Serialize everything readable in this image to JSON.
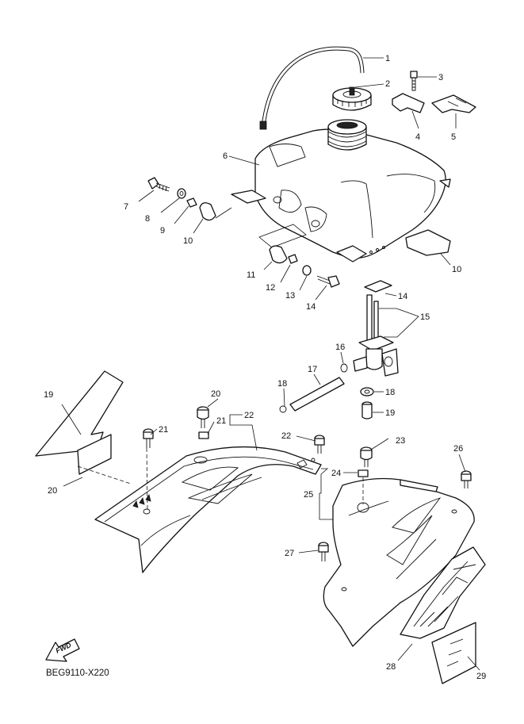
{
  "diagram": {
    "code": "BEG9110-X220",
    "fwd_label": "FWD",
    "callouts": [
      {
        "n": "1"
      },
      {
        "n": "2"
      },
      {
        "n": "3"
      },
      {
        "n": "4"
      },
      {
        "n": "5"
      },
      {
        "n": "6"
      },
      {
        "n": "7"
      },
      {
        "n": "8"
      },
      {
        "n": "9"
      },
      {
        "n": "10"
      },
      {
        "n": "10"
      },
      {
        "n": "11"
      },
      {
        "n": "12"
      },
      {
        "n": "13"
      },
      {
        "n": "14"
      },
      {
        "n": "14"
      },
      {
        "n": "15"
      },
      {
        "n": "16"
      },
      {
        "n": "17"
      },
      {
        "n": "18"
      },
      {
        "n": "18"
      },
      {
        "n": "19"
      },
      {
        "n": "19"
      },
      {
        "n": "20"
      },
      {
        "n": "20"
      },
      {
        "n": "21"
      },
      {
        "n": "21"
      },
      {
        "n": "22"
      },
      {
        "n": "22"
      },
      {
        "n": "23"
      },
      {
        "n": "24"
      },
      {
        "n": "25"
      },
      {
        "n": "26"
      },
      {
        "n": "27"
      },
      {
        "n": "28"
      },
      {
        "n": "29"
      }
    ]
  }
}
